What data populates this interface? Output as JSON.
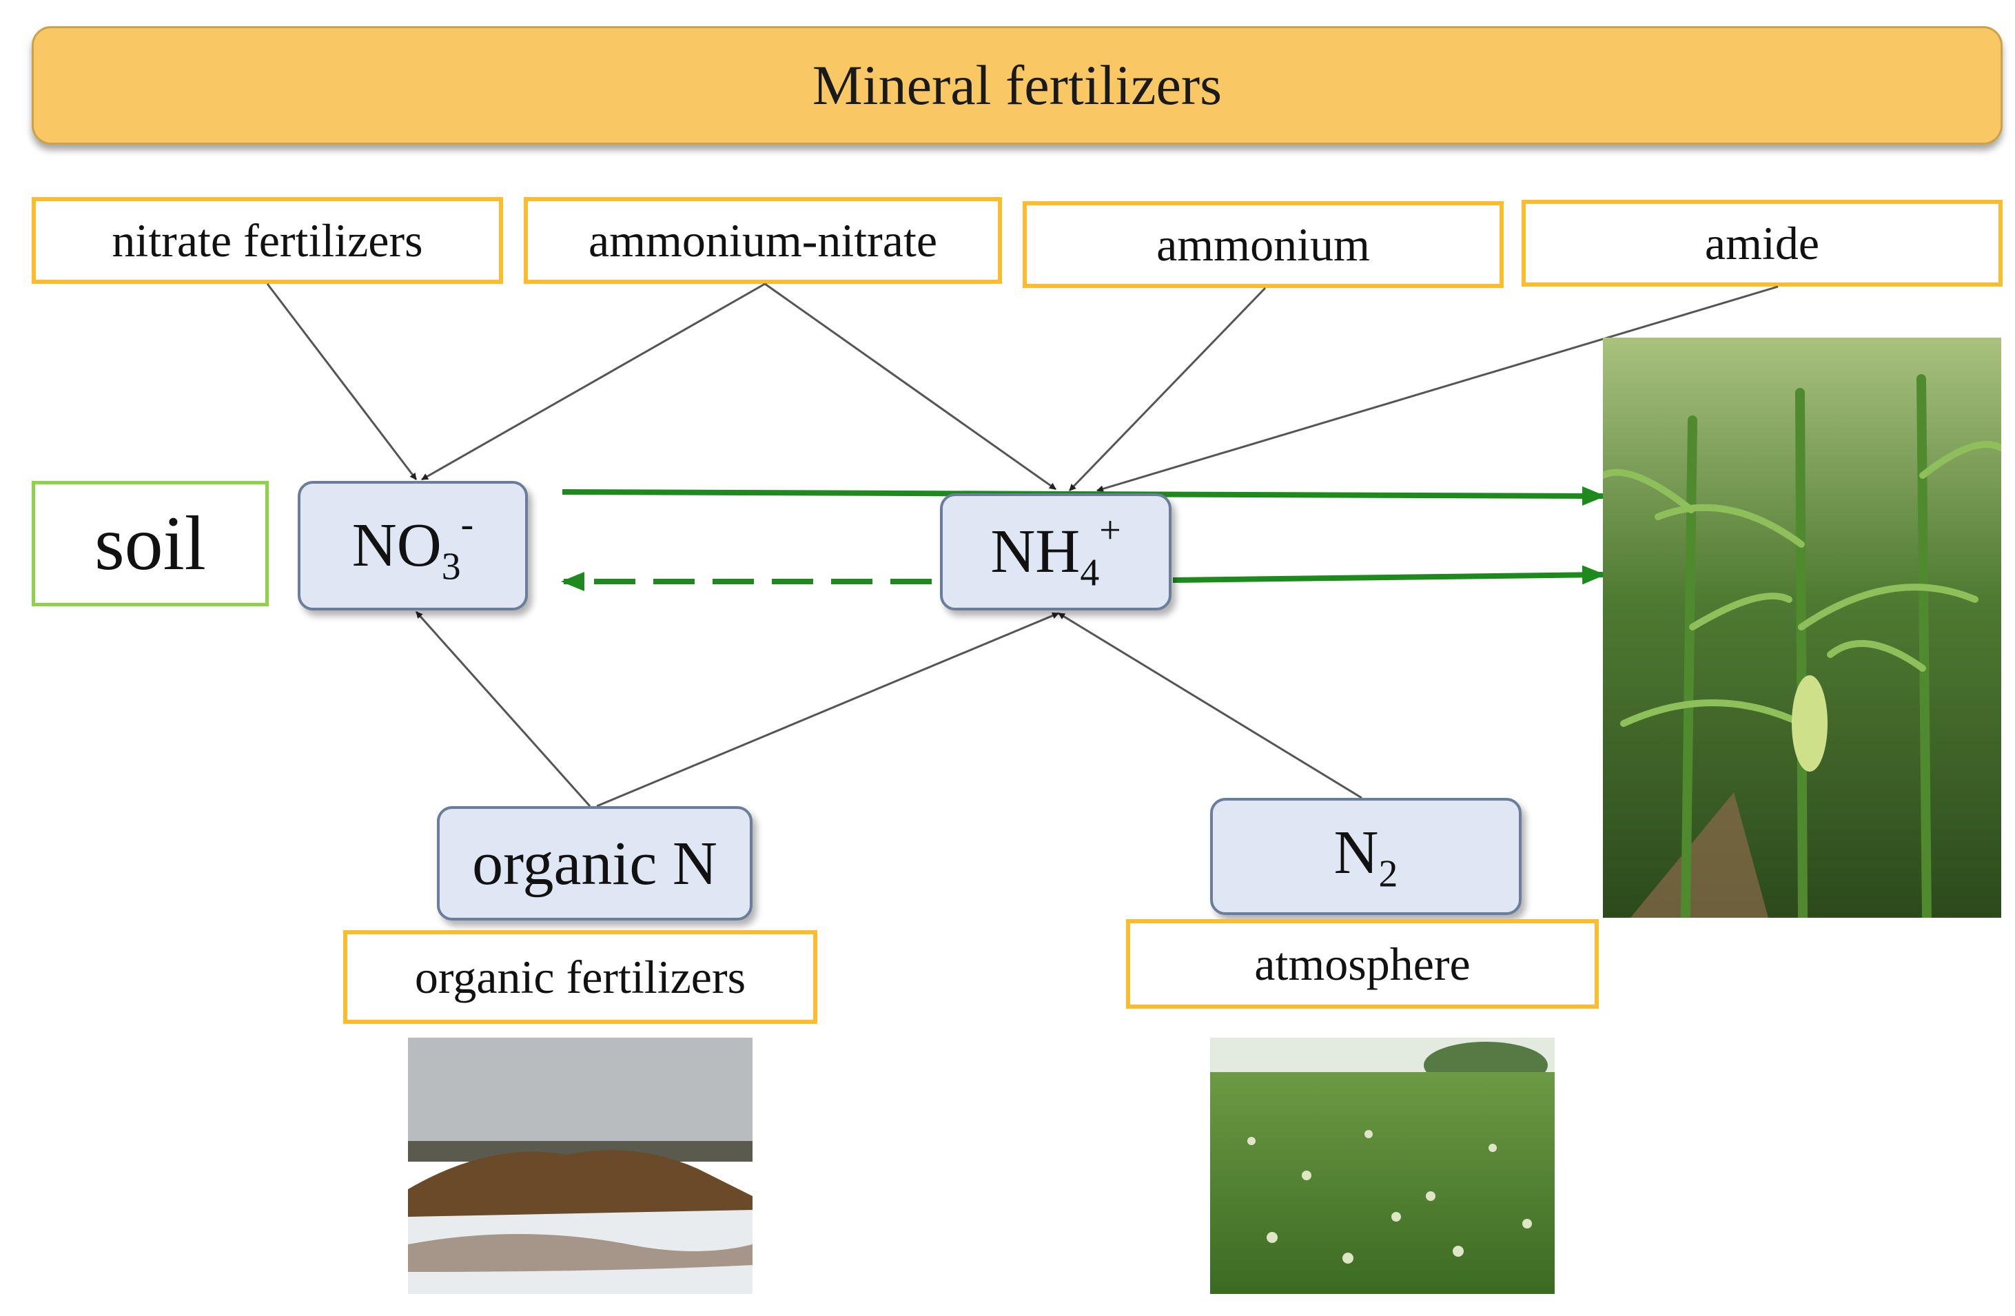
{
  "banner": {
    "label": "Mineral fertilizers"
  },
  "fertilizer_types": {
    "nitrate": "nitrate fertilizers",
    "ammonium_nitrate": "ammonium-nitrate",
    "ammonium": "ammonium",
    "amide": "amide"
  },
  "soil": {
    "label": "soil"
  },
  "nodes": {
    "nitrate": {
      "base": "NO",
      "sub": "3",
      "sup": "-"
    },
    "ammonium": {
      "base": "NH",
      "sub": "4",
      "sup": "+"
    },
    "organic_n": {
      "label": "organic N"
    },
    "dinitrogen": {
      "base": "N",
      "sub": "2"
    }
  },
  "sources": {
    "organic": "organic fertilizers",
    "atmosphere": "atmosphere"
  },
  "colors": {
    "banner": "#f9c865",
    "source_border": "#fbbd2e",
    "soil_border": "#8ed24a",
    "node_fill": "#dfe7f4",
    "node_border": "#6a7e9c",
    "uptake_arrow": "#1e8a1e",
    "input_arrow": "#555555"
  }
}
